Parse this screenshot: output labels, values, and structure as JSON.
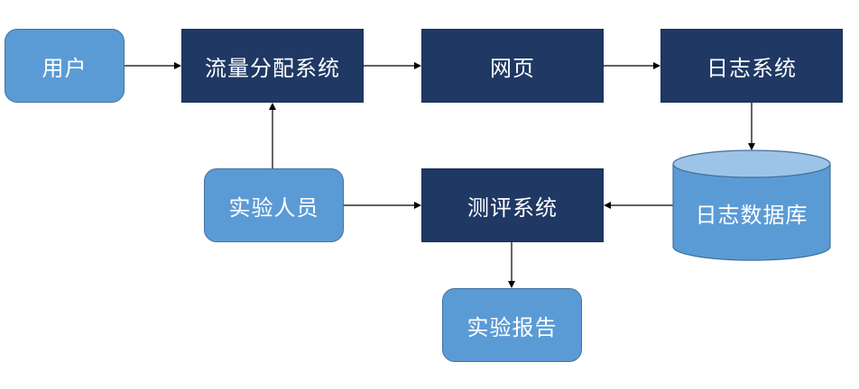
{
  "nodes": {
    "user": "用户",
    "traffic": "流量分配系统",
    "webpage": "网页",
    "log_system": "日志系统",
    "log_database": "日志数据库",
    "staff": "实验人员",
    "evaluation": "测评系统",
    "report": "实验报告"
  },
  "colors": {
    "dark_box": "#1f3864",
    "light_box": "#5b9bd5",
    "database_top": "#9dc3e6",
    "arrow": "#000000"
  }
}
